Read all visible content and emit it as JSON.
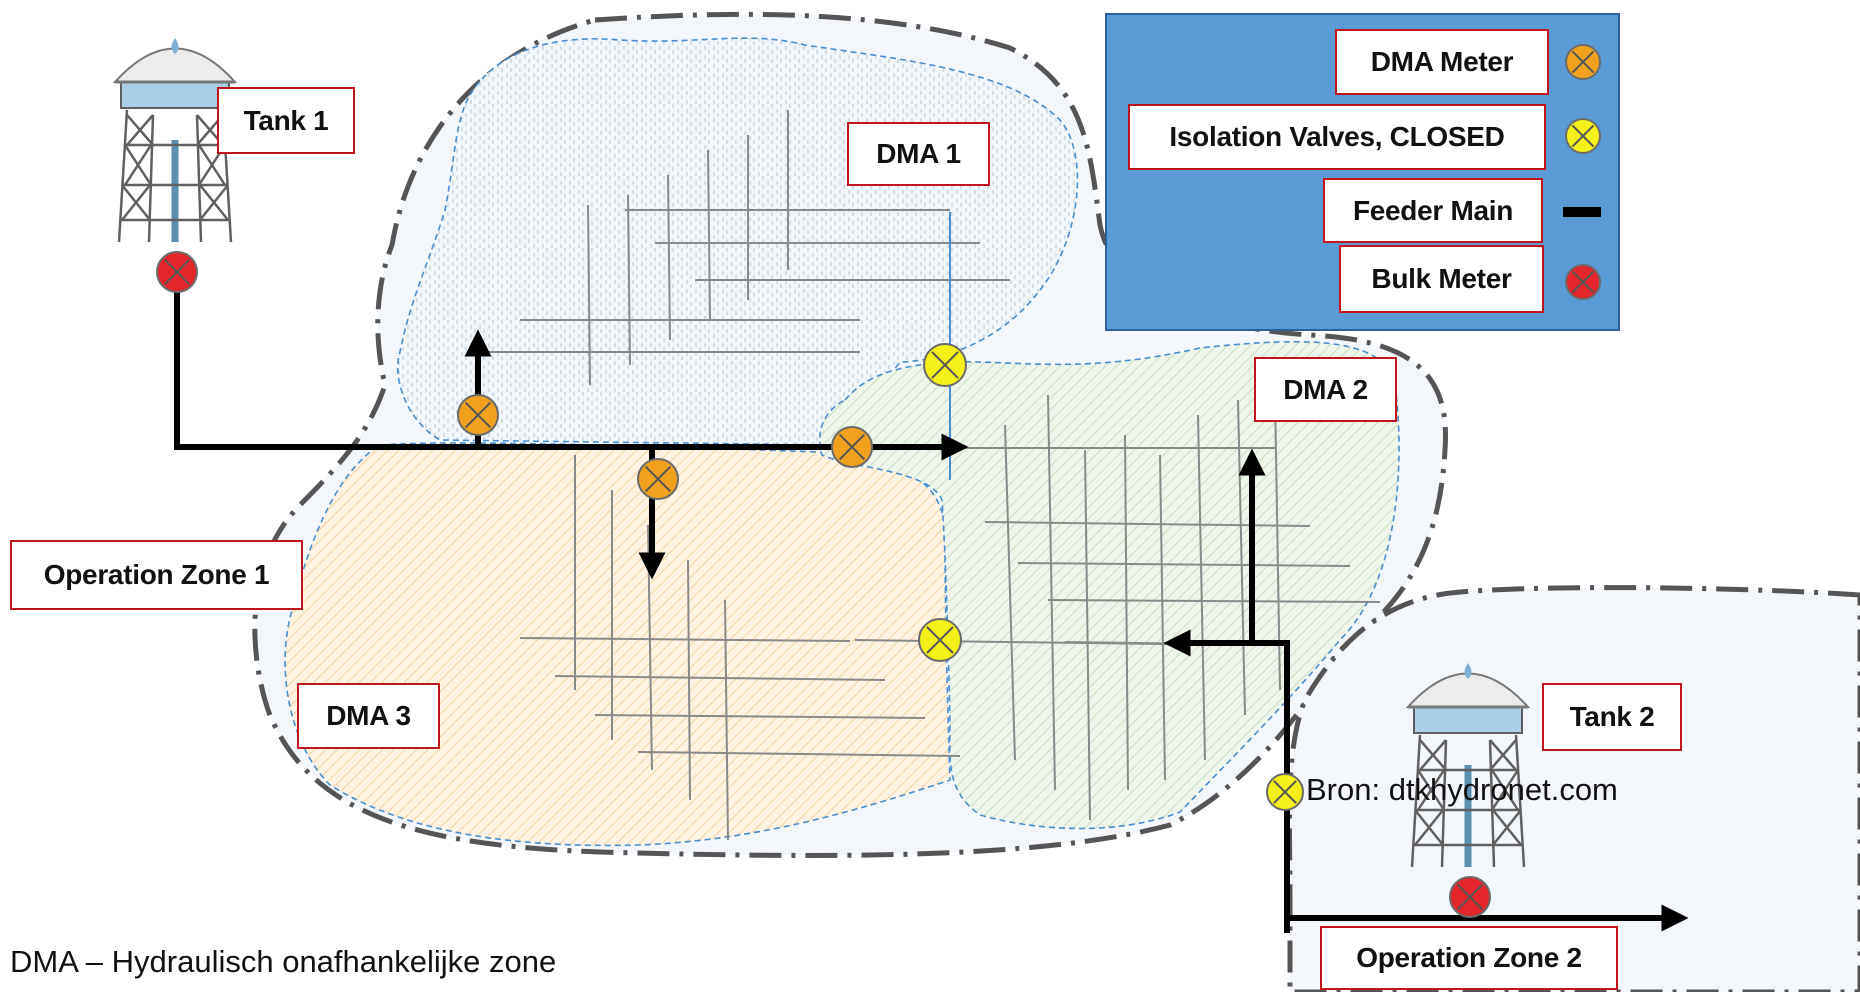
{
  "labels": {
    "tank1": "Tank 1",
    "tank2": "Tank 2",
    "dma1": "DMA 1",
    "dma2": "DMA 2",
    "dma3": "DMA 3",
    "zone1": "Operation Zone 1",
    "zone2": "Operation Zone 2"
  },
  "legend": {
    "dma_meter": "DMA Meter",
    "isolation_valves": "Isolation Valves, CLOSED",
    "feeder_main": "Feeder Main",
    "bulk_meter": "Bulk Meter"
  },
  "source": "Bron: dtkhydronet.com",
  "caption": "DMA – Hydraulisch onafhankelijke zone",
  "colors": {
    "dma_meter": "#f0a21e",
    "isolation_valve": "#f4f01a",
    "bulk_meter": "#e3262b",
    "label_border": "#c0151d",
    "legend_bg": "#5b9bd5",
    "feeder_main": "#000000"
  }
}
